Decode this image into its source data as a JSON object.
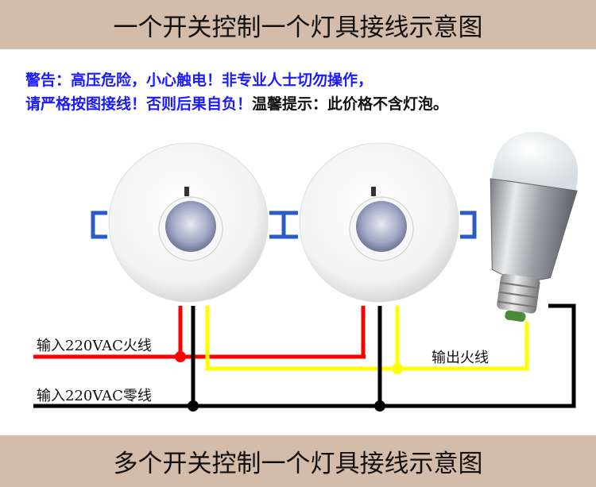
{
  "header": {
    "title": "一个开关控制一个灯具接线示意图"
  },
  "warning": {
    "line1": "警告：高压危险，小心触电！非专业人士切勿操作，",
    "line2_blue": "请严格按图接线！否则后果自负！",
    "line2_black": "温馨提示：此价格不含灯泡。"
  },
  "labels": {
    "live_in": "输入220VAC火线",
    "neutral_in": "输入220VAC零线",
    "live_out": "输出火线"
  },
  "colors": {
    "live": "#ff0000",
    "neutral": "#000000",
    "output": "#ffff00",
    "banner": "#d4bcaa",
    "warning": "#1a1aff"
  },
  "footer": {
    "title": "多个开关控制一个灯具接线示意图"
  }
}
